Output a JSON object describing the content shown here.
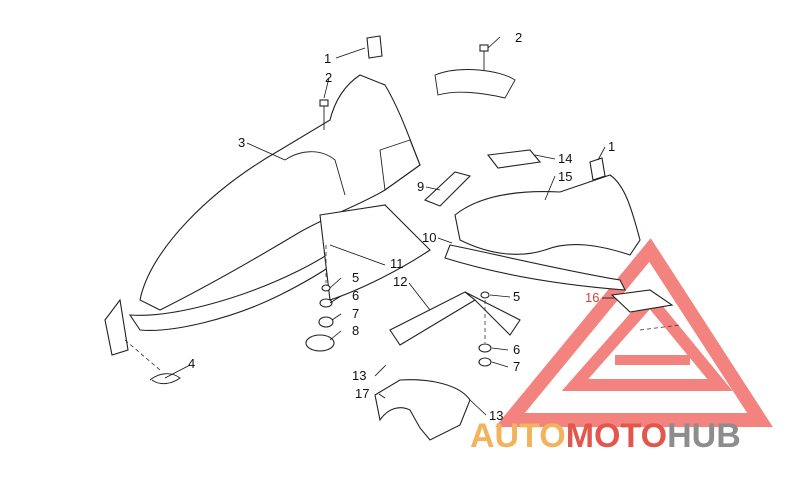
{
  "callouts": {
    "c1a": "1",
    "c1b": "1",
    "c2a": "2",
    "c2b": "2",
    "c3": "3",
    "c4": "4",
    "c5a": "5",
    "c5b": "5",
    "c6a": "6",
    "c6b": "6",
    "c7a": "7",
    "c7b": "7",
    "c8": "8",
    "c9": "9",
    "c10": "10",
    "c11": "11",
    "c12": "12",
    "c13a": "13",
    "c13b": "13",
    "c14": "14",
    "c15": "15",
    "c16": "16",
    "c17": "17"
  },
  "watermark": {
    "part1": "AUTO",
    "part2": "MOTO",
    "part3": "HUB"
  },
  "colors": {
    "watermark_orange": "#f4b25a",
    "watermark_red": "#e4564c",
    "watermark_gray": "#8d8d8d",
    "triangle_red": "#f05a55"
  }
}
